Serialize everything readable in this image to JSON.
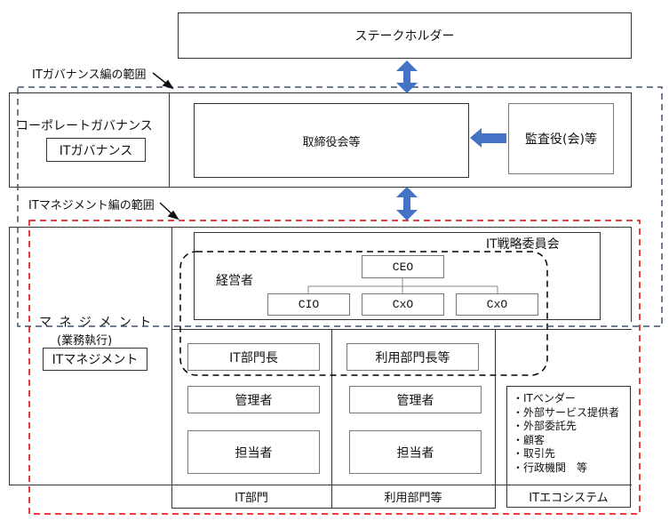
{
  "colors": {
    "arrow": "#4472c4",
    "governance_scope": "#44546a",
    "management_scope": "#e00000",
    "executive_group": "#000000"
  },
  "stakeholder": {
    "label": "ステークホルダー"
  },
  "scope_labels": {
    "governance": "ITガバナンス編の範囲",
    "management": "ITマネジメント編の範囲"
  },
  "governance": {
    "title": "コーポレートガバナンス",
    "sub": "ITガバナンス",
    "board": "取締役会等",
    "auditor": "監査役(会)等"
  },
  "management": {
    "title": "マ ネ ジ メ ン ト",
    "paren": "(業務執行)",
    "sub": "ITマネジメント",
    "committee": "IT戦略委員会",
    "executives_label": "経営者",
    "ceo": "CEO",
    "officers": [
      "CIO",
      "CxO",
      "CxO"
    ],
    "columns": [
      {
        "head": "IT部門長",
        "manager": "管理者",
        "staff": "担当者",
        "footer": "IT部門"
      },
      {
        "head": "利用部門長等",
        "manager": "管理者",
        "staff": "担当者",
        "footer": "利用部門等"
      }
    ],
    "ecosystem": {
      "items": [
        "・ITベンダー",
        "・外部サービス提供者",
        "・外部委託先",
        "・顧客",
        "・取引先",
        "・行政機関　等"
      ],
      "footer": "ITエコシステム"
    }
  }
}
